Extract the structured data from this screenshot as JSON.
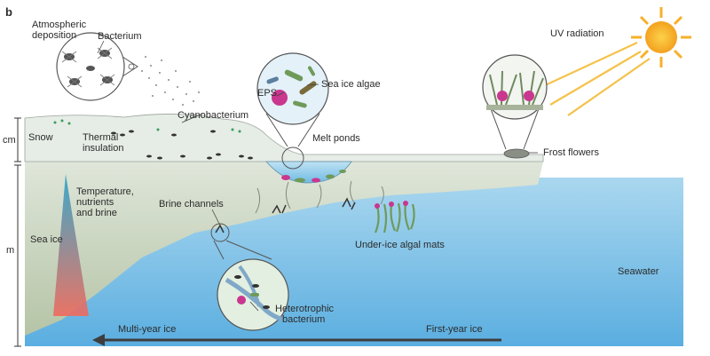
{
  "panel_label": "b",
  "scale": {
    "cm": "cm",
    "m": "m"
  },
  "labels": {
    "atmospheric_deposition": [
      "Atmospheric",
      "deposition"
    ],
    "bacterium": "Bacterium",
    "uv_radiation": "UV radiation",
    "eps": "EPS",
    "sea_ice_algae": "Sea ice algae",
    "cyanobacterium": "Cyanobacterium",
    "snow": "Snow",
    "thermal_insulation": [
      "Thermal",
      "insulation"
    ],
    "melt_ponds": "Melt ponds",
    "frost_flowers": "Frost flowers",
    "temperature_nutrients_brine": [
      "Temperature,",
      "nutrients",
      "and brine"
    ],
    "brine_channels": "Brine channels",
    "sea_ice": "Sea ice",
    "under_ice_algal_mats": "Under-ice algal mats",
    "seawater": "Seawater",
    "heterotrophic_bacterium": [
      "Heterotrophic",
      "bacterium"
    ],
    "multi_year_ice": "Multi-year ice",
    "first_year_ice": "First-year ice"
  },
  "colors": {
    "seawater": "#8fc6e6",
    "sea_ice": "#c9d4bf",
    "snow": "#e6ece6",
    "sun": "#f7b02a",
    "gradient_top": "#2aa3c8",
    "gradient_bottom": "#ef6a5e",
    "algae": "#6f9a5a",
    "pink": "#c9378f"
  }
}
